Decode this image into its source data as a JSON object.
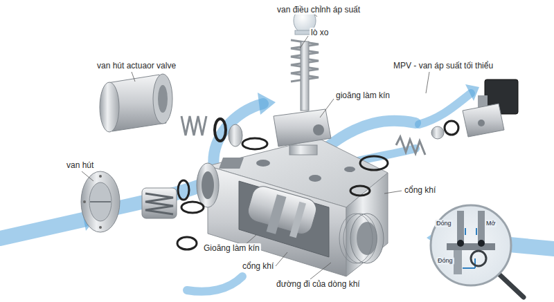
{
  "diagram": {
    "labels": [
      "van điều chỉnh áp suất",
      "lò xo",
      "van hút actuaor valve",
      "MPV - van áp suất tối thiểu",
      "gioăng làm kín",
      "van hút",
      "cổng khí",
      "Gioăng làm kín",
      "cổng khí",
      "đường đi của dòng khí",
      "Đóng",
      "Mở",
      "Đóng"
    ]
  }
}
